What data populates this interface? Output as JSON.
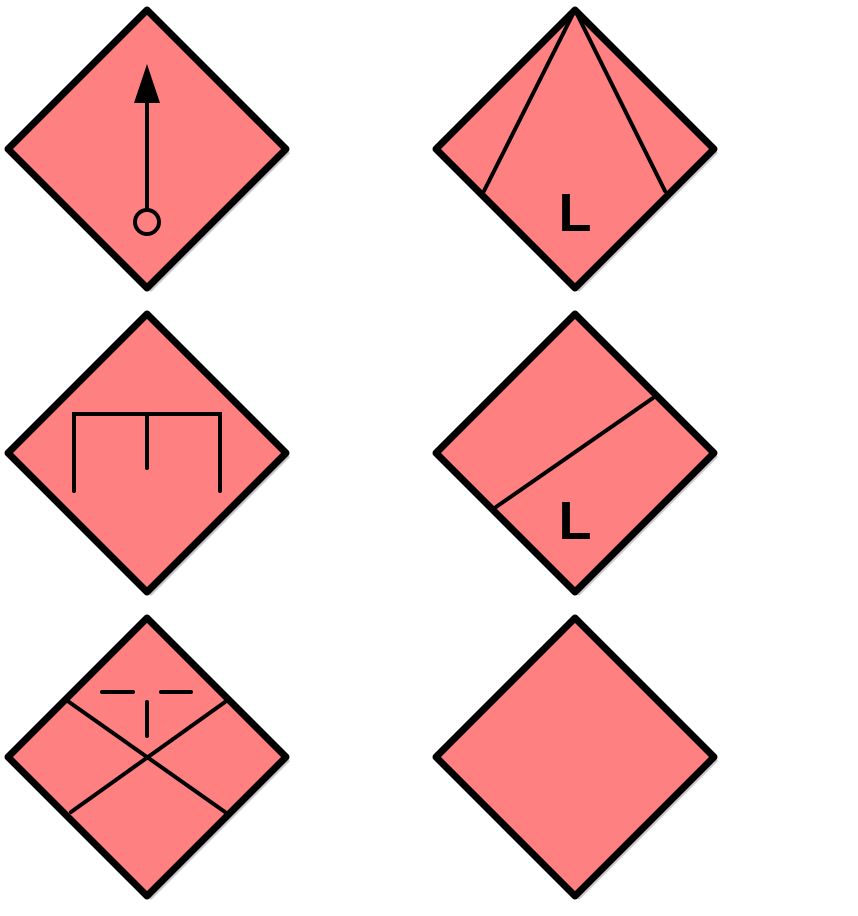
{
  "colors": {
    "fill": "#ff8080",
    "outline": "#000000",
    "shadow": "#c8c8c8",
    "background": "#ffffff"
  },
  "symbols": [
    {
      "name": "vertical-arrow-with-circle-symbol",
      "modifier": ""
    },
    {
      "name": "fan-lines-symbol",
      "modifier": "L"
    },
    {
      "name": "trident-bracket-symbol",
      "modifier": ""
    },
    {
      "name": "diagonal-line-symbol",
      "modifier": "L"
    },
    {
      "name": "cross-lines-with-tick-symbol",
      "modifier": ""
    },
    {
      "name": "plain-diamond-symbol",
      "modifier": ""
    }
  ]
}
